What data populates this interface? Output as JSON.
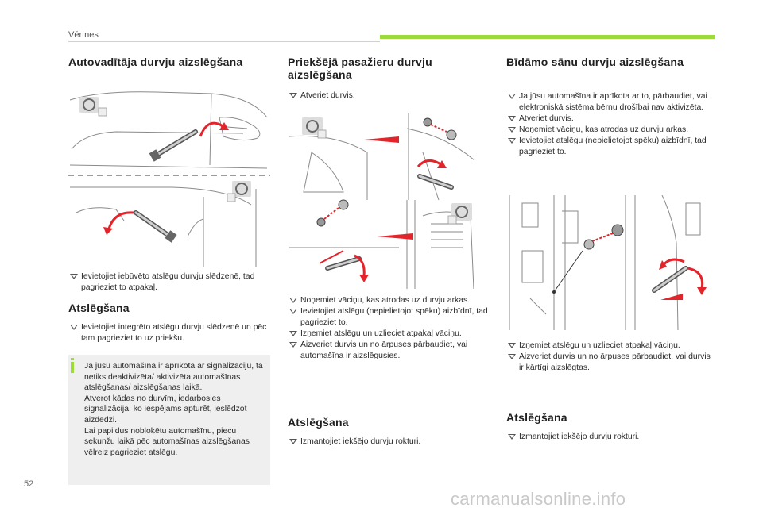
{
  "header": {
    "section": "Vērtnes"
  },
  "col1": {
    "title": "Autovadītāja durvju aizslēgšana",
    "bullets": [
      "Ievietojiet iebūvēto atslēgu durvju slēdzenē, tad pagrieziet to atpakaļ."
    ],
    "subtitle": "Atslēgšana",
    "sub_bullets": [
      "Ievietojiet integrēto atslēgu durvju slēdzenē un pēc tam pagrieziet to uz priekšu."
    ],
    "info": "Ja jūsu automašīna ir aprīkota ar signalizāciju, tā netiks deaktivizēta/ aktivizēta automašīnas atslēgšanas/ aizslēgšanas laikā.\nAtverot kādas no durvīm, iedarbosies signalizācija, ko iespējams apturēt, ieslēdzot aizdedzi.\nLai papildus nobloķētu automašīnu, piecu sekunžu laikā pēc automašīnas aizslēgšanas vēlreiz pagrieziet atslēgu."
  },
  "col2": {
    "title": "Priekšējā pasažieru durvju aizslēgšana",
    "bullets_top": [
      "Atveriet durvis."
    ],
    "bullets": [
      "Noņemiet vāciņu, kas atrodas uz durvju arkas.",
      "Ievietojiet atslēgu (nepielietojot spēku) aizbīdnī, tad pagrieziet to.",
      "Izņemiet atslēgu un uzlieciet atpakaļ vāciņu.",
      "Aizveriet durvis un no ārpuses pārbaudiet, vai automašīna ir aizslēgusies."
    ],
    "subtitle": "Atslēgšana",
    "sub_bullets": [
      "Izmantojiet iekšējo durvju rokturi."
    ]
  },
  "col3": {
    "title": "Bīdāmo sānu durvju aizslēgšana",
    "bullets": [
      "Ja jūsu automašīna ir aprīkota ar to, pārbaudiet, vai elektroniskā sistēma bērnu drošībai nav aktivizēta.",
      "Atveriet durvis.",
      "Noņemiet vāciņu, kas atrodas uz durvju arkas.",
      "Ievietojiet atslēgu (nepielietojot spēku) aizbīdnī, tad pagrieziet to."
    ],
    "bullets_after": [
      "Izņemiet atslēgu un uzlieciet atpakaļ vāciņu.",
      "Aizveriet durvis un no ārpuses pārbaudiet, vai durvis ir kārtīgi aizslēgtas."
    ],
    "subtitle": "Atslēgšana",
    "sub_bullets": [
      "Izmantojiet iekšējo durvju rokturi."
    ]
  },
  "footer": {
    "page_number": "52",
    "watermark": "carmanualsonline.info"
  },
  "colors": {
    "accent": "#9ddb3b",
    "arrow": "#e3242b"
  },
  "icons": [
    "steering-wheel-icon",
    "warning-triangle-icon",
    "info-icon"
  ]
}
